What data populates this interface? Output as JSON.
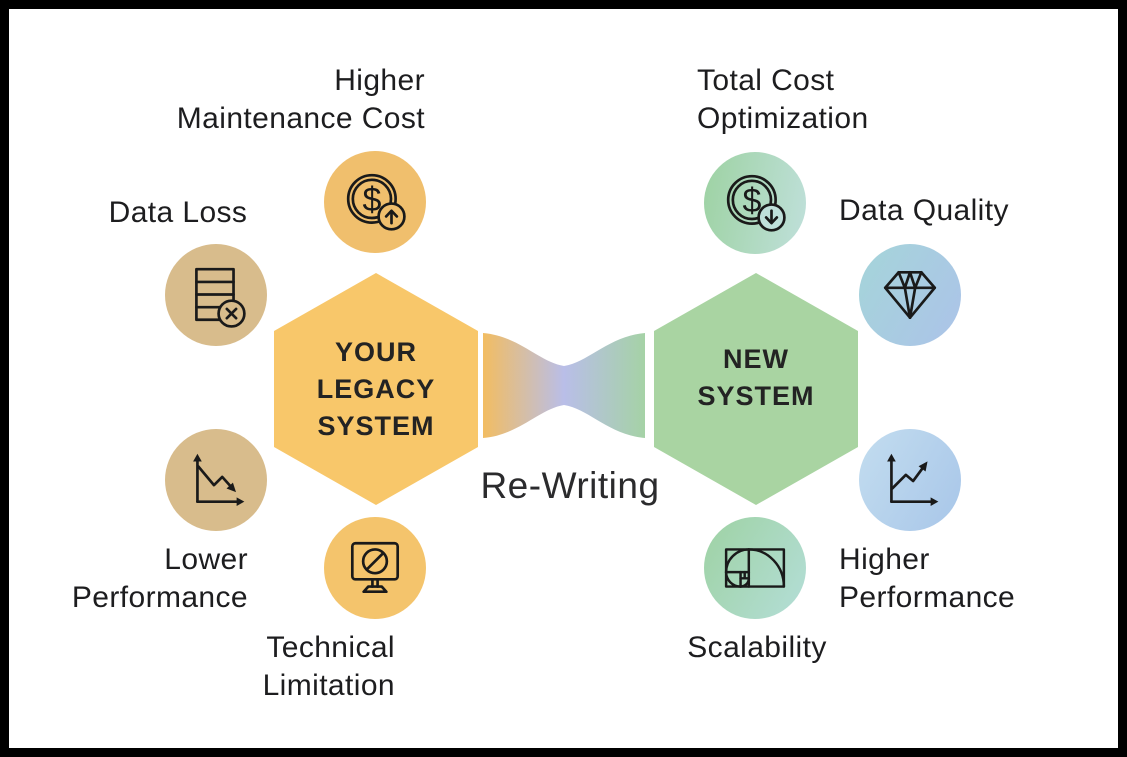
{
  "center": {
    "rewriting_label": "Re-Writing"
  },
  "legacy": {
    "hexagon_lines": [
      "YOUR",
      "LEGACY",
      "SYSTEM"
    ],
    "items": [
      {
        "name": "higher-maintenance-cost",
        "lines": [
          "Higher",
          "Maintenance Cost"
        ],
        "icon": "dollar-coin-arrow-up-icon"
      },
      {
        "name": "data-loss",
        "lines": [
          "Data Loss"
        ],
        "icon": "database-error-icon"
      },
      {
        "name": "lower-performance",
        "lines": [
          "Lower",
          "Performance"
        ],
        "icon": "declining-chart-icon"
      },
      {
        "name": "technical-limitation",
        "lines": [
          "Technical",
          "Limitation"
        ],
        "icon": "blocked-monitor-icon"
      }
    ]
  },
  "new_system": {
    "hexagon_lines": [
      "NEW",
      "SYSTEM"
    ],
    "items": [
      {
        "name": "total-cost-optimization",
        "lines": [
          "Total Cost",
          "Optimization"
        ],
        "icon": "dollar-coin-arrow-down-icon"
      },
      {
        "name": "data-quality",
        "lines": [
          "Data Quality"
        ],
        "icon": "diamond-icon"
      },
      {
        "name": "higher-performance",
        "lines": [
          "Higher",
          "Performance"
        ],
        "icon": "rising-chart-icon"
      },
      {
        "name": "scalability",
        "lines": [
          "Scalability"
        ],
        "icon": "golden-ratio-icon"
      }
    ]
  },
  "colors": {
    "frame": "#000000",
    "background": "#ffffff",
    "hex_legacy": "#F8C76A",
    "hex_new": "#A9D4A2",
    "connector_left": "#F2BD62",
    "connector_middle": "#B9BEE8",
    "connector_right": "#A5D2A6",
    "circle_coin_up": "#F0BF6D",
    "circle_tan": "#D8BC8C",
    "circle_monitor": "#F4C46C",
    "circle_coin_down_start": "#9DD2A2",
    "circle_coin_down_end": "#C0E0DB",
    "circle_diamond_start": "#A5D5D9",
    "circle_diamond_end": "#ACC3E9",
    "circle_chart_up_start": "#C3DDEF",
    "circle_chart_up_end": "#A8C6E9",
    "circle_golden_start": "#9ED2A3",
    "circle_golden_end": "#B4DED8",
    "icon_stroke": "#1a1a1a",
    "text": "#1d1d1f"
  }
}
